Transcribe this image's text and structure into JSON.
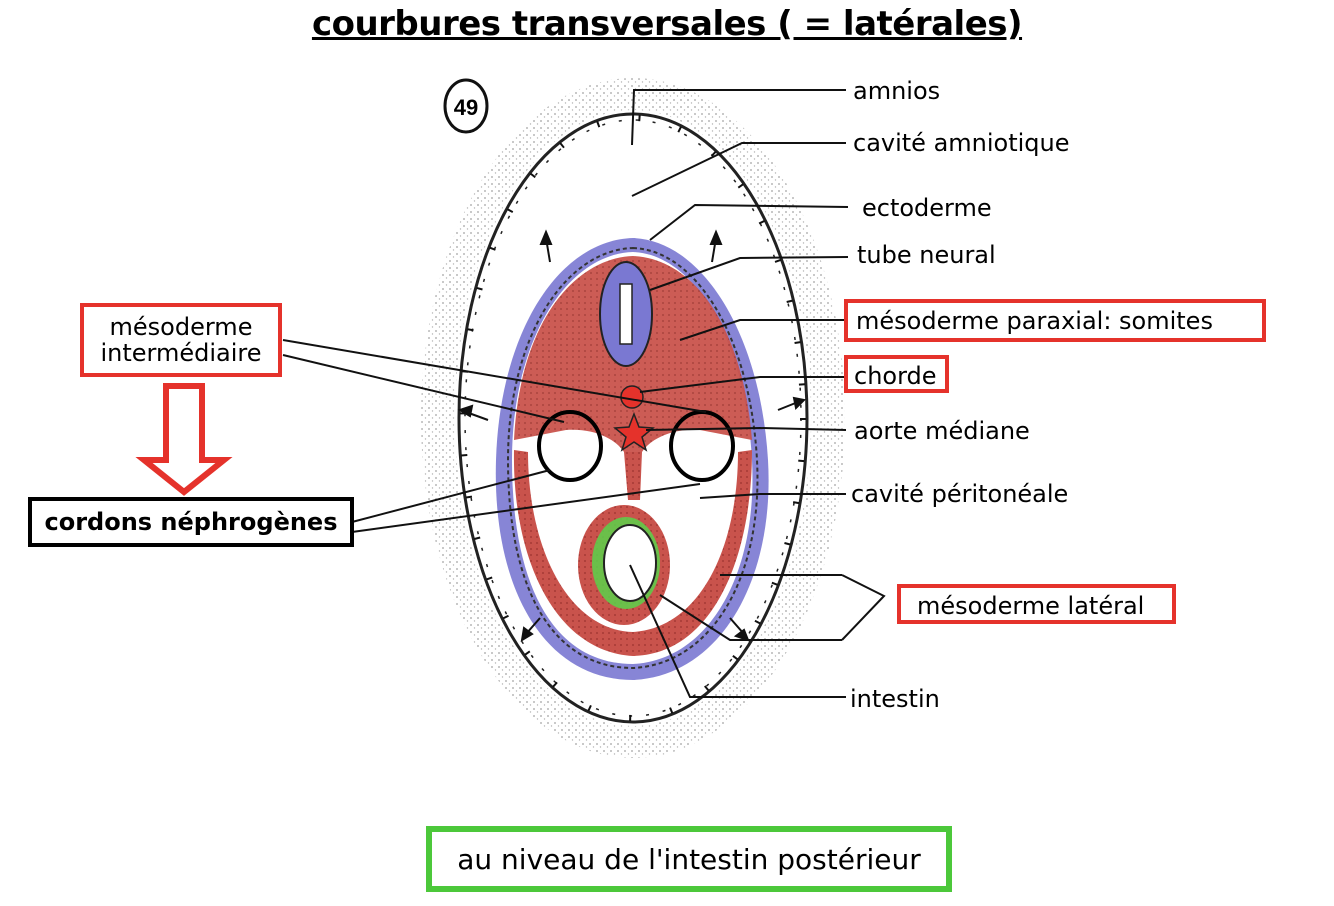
{
  "title": "courbures transversales ( = latérales)",
  "figure_number": "49",
  "labels": {
    "amnios": "amnios",
    "cavite_amniotique": "cavité amniotique",
    "ectoderme": "ectoderme",
    "tube_neural": "tube neural",
    "mesoderme_paraxial": "mésoderme paraxial: somites",
    "chorde": "chorde",
    "aorte_mediane": "aorte médiane",
    "cavite_peritoneale": "cavité péritonéale",
    "mesoderme_lateral": "mésoderme latéral",
    "intestin": "intestin",
    "mesoderme_intermediaire_line1": "mésoderme",
    "mesoderme_intermediaire_line2": "intermédiaire",
    "cordons_nephrogenes": "cordons néphrogènes"
  },
  "footer": "au niveau de l'intestin postérieur",
  "colors": {
    "highlight_red": "#e5322b",
    "mesoderm_fill": "#c9534c",
    "ectoderm_blue": "#7a78d2",
    "endoderm_green": "#5ad24a",
    "footer_green": "#4cc83a"
  }
}
